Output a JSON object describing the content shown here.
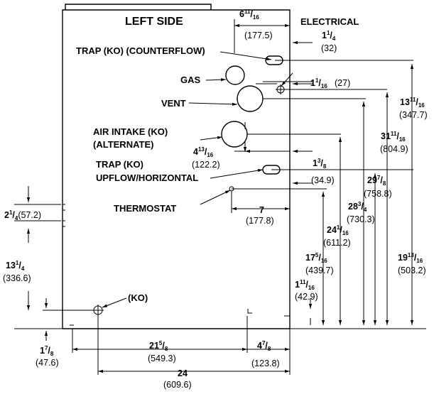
{
  "title": "LEFT SIDE",
  "labels": {
    "electrical": "ELECTRICAL",
    "trap_counterflow": "TRAP (KO) (COUNTERFLOW)",
    "gas": "GAS",
    "vent": "VENT",
    "air_intake_1": "AIR INTAKE (KO)",
    "air_intake_2": "(ALTERNATE)",
    "trap_upflow_1": "TRAP (KO)",
    "trap_upflow_2": "UPFLOW/HORIZONTAL",
    "thermostat": "THERMOSTAT",
    "ko": "(KO)"
  },
  "dims": {
    "d6_11_16": {
      "whole": "6",
      "num": "11",
      "den": "16",
      "mm": "(177.5)"
    },
    "d1_1_4": {
      "whole": "1",
      "num": "1",
      "den": "4",
      "mm": "(32)"
    },
    "d1_1_16": {
      "whole": "1",
      "num": "1",
      "den": "16",
      "mm": "(27)"
    },
    "d13_11_16": {
      "whole": "13",
      "num": "11",
      "den": "16",
      "mm": "(347.7)"
    },
    "d31_11_16": {
      "whole": "31",
      "num": "11",
      "den": "16",
      "mm": "(804.9)"
    },
    "d4_13_16": {
      "whole": "4",
      "num": "13",
      "den": "16",
      "mm": "(122.2)"
    },
    "d1_3_8": {
      "whole": "1",
      "num": "3",
      "den": "8",
      "mm": "(34.9)"
    },
    "d29_7_8": {
      "whole": "29",
      "num": "7",
      "den": "8",
      "mm": "(758.8)"
    },
    "d28_3_4": {
      "whole": "28",
      "num": "3",
      "den": "4",
      "mm": "(730.3)"
    },
    "d7": {
      "whole": "7",
      "mm": "(177.8)"
    },
    "d24_1_16": {
      "whole": "24",
      "num": "1",
      "den": "16",
      "mm": "(611.2)"
    },
    "d17_5_16": {
      "whole": "17",
      "num": "5",
      "den": "16",
      "mm": "(439.7)"
    },
    "d19_13_16": {
      "whole": "19",
      "num": "13",
      "den": "16",
      "mm": "(503.2)"
    },
    "d1_11_16": {
      "whole": "1",
      "num": "11",
      "den": "16",
      "mm": "(42.9)"
    },
    "d2_1_4": {
      "whole": "2",
      "num": "1",
      "den": "4",
      "mm": "(57.2)"
    },
    "d13_1_4": {
      "whole": "13",
      "num": "1",
      "den": "4",
      "mm": "(336.6)"
    },
    "d21_5_8": {
      "whole": "21",
      "num": "5",
      "den": "8",
      "mm": "(549.3)"
    },
    "d4_7_8": {
      "whole": "4",
      "num": "7",
      "den": "8",
      "mm": "(123.8)"
    },
    "d1_7_8": {
      "whole": "1",
      "num": "7",
      "den": "8",
      "mm": "(47.6)"
    },
    "d24": {
      "whole": "24",
      "mm": "(609.6)"
    }
  }
}
